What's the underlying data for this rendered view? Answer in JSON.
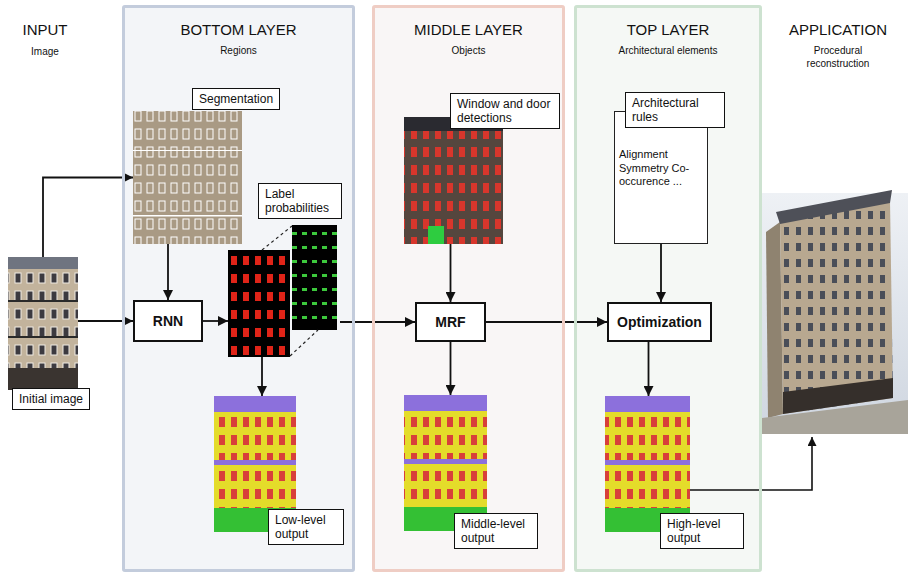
{
  "diagram": {
    "nodes": [
      {
        "text": [
          "Initial image"
        ]
      },
      {
        "text": [
          "BOTTOM LAYER",
          "Regions"
        ]
      },
      {
        "text": [
          "Segmentation"
        ],
        "in": 1
      },
      {
        "text": [
          "RNN"
        ],
        "in": 1
      },
      {
        "text": [
          "Label probabilities"
        ],
        "in": 1
      },
      {
        "text": [
          "Low-level output"
        ],
        "in": 1
      },
      {
        "text": [
          "MIDDLE LAYER",
          "Objects"
        ]
      },
      {
        "text": [
          "Window and door detections"
        ],
        "in": 6
      },
      {
        "text": [
          "MRF"
        ],
        "in": 6
      },
      {
        "text": [
          "Middle-level output"
        ],
        "in": 6
      },
      {
        "text": [
          "TOP LAYER",
          "Architectural elements"
        ]
      },
      {
        "text": [
          "Architectural rules",
          "Alignment Symmetry Co-occurence ..."
        ],
        "in": 10
      },
      {
        "text": [
          "Optimization"
        ],
        "in": 10
      },
      {
        "text": [
          "High-level output"
        ],
        "in": 10
      }
    ],
    "edges": [
      {
        "from": 0,
        "to": 2,
        "arrow": "to"
      },
      {
        "from": 0,
        "to": 3,
        "arrow": "to"
      },
      {
        "from": 2,
        "to": 3,
        "arrow": "to"
      },
      {
        "from": 3,
        "to": 4,
        "arrow": "to"
      },
      {
        "from": 4,
        "to": 5,
        "arrow": "to"
      },
      {
        "from": 4,
        "to": 8,
        "arrow": "to"
      },
      {
        "from": 7,
        "to": 8,
        "arrow": "to"
      },
      {
        "from": 8,
        "to": 9,
        "arrow": "to"
      },
      {
        "from": 8,
        "to": 12,
        "arrow": "to"
      },
      {
        "from": 11,
        "to": 12,
        "arrow": "to"
      },
      {
        "from": 12,
        "to": 13,
        "arrow": "to"
      }
    ],
    "labels": [
      "INPUT",
      "Image",
      "APPLICATION",
      "Procedural reconstruction"
    ]
  }
}
